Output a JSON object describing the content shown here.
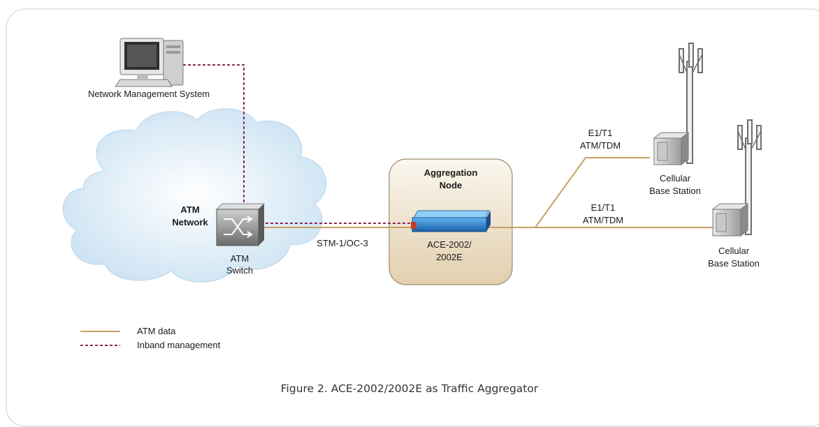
{
  "diagram": {
    "nms_label": "Network Management System",
    "atm_network_line1": "ATM",
    "atm_network_line2": "Network",
    "atm_switch_line1": "ATM",
    "atm_switch_line2": "Switch",
    "stm_label": "STM-1/OC-3",
    "aggregation_line1": "Aggregation",
    "aggregation_line2": "Node",
    "ace_line1": "ACE-2002/",
    "ace_line2": "2002E",
    "link_top_line1": "E1/T1",
    "link_top_line2": "ATM/TDM",
    "link_bottom_line1": "E1/T1",
    "link_bottom_line2": "ATM/TDM",
    "bs_top_line1": "Cellular",
    "bs_top_line2": "Base Station",
    "bs_bottom_line1": "Cellular",
    "bs_bottom_line2": "Base Station"
  },
  "legend": {
    "atm_data": "ATM data",
    "inband_management": "Inband management"
  },
  "caption": "Figure 2. ACE-2002/2002E as Traffic Aggregator",
  "colors": {
    "atm_data_line": "#c8a064",
    "inband_line": "#8b2a55",
    "cloud": "#d6e8f5",
    "node_bg": "#efe4d0"
  }
}
